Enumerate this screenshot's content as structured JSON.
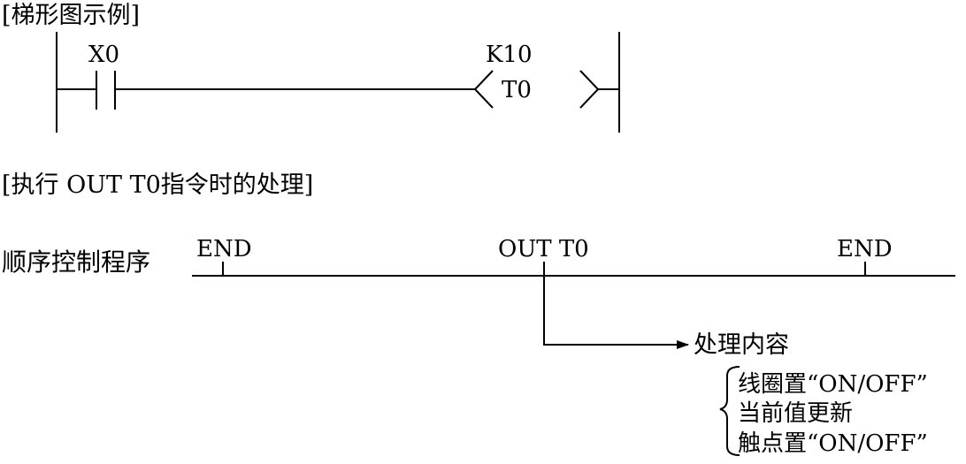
{
  "colors": {
    "line": "#000000",
    "background": "#ffffff"
  },
  "ladder_section": {
    "heading": "[梯形图示例]",
    "contact_label": "X0",
    "timer_constant": "K10",
    "timer_name": "T0"
  },
  "execution_section": {
    "heading": "[执行 OUT T0指令时的处理]",
    "program_label": "顺序控制程序",
    "marker_left": "END",
    "marker_center": "OUT T0",
    "marker_right": "END",
    "process_title": "处理内容",
    "process_items": [
      "线圈置“ON/OFF”",
      "当前值更新",
      "触点置“ON/OFF”"
    ]
  }
}
